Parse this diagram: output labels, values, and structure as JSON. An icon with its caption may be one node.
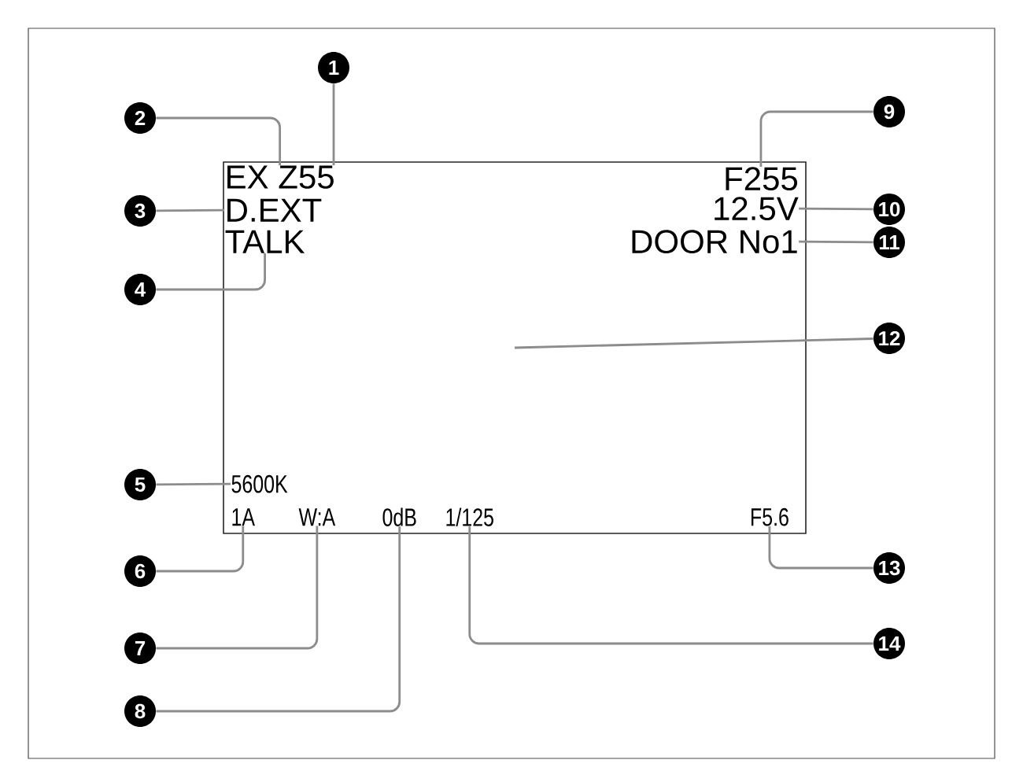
{
  "diagram": {
    "nodes": [
      {
        "text": [],
        "shape": "box"
      },
      {
        "text": [
          "EX Z55"
        ],
        "in": 0
      },
      {
        "text": [
          "D.EXT"
        ],
        "in": 0
      },
      {
        "text": [
          "TALK"
        ],
        "in": 0
      },
      {
        "text": [
          "F255"
        ],
        "in": 0
      },
      {
        "text": [
          "12.5V"
        ],
        "in": 0
      },
      {
        "text": [
          "DOOR No1"
        ],
        "in": 0
      },
      {
        "text": [
          "5600K"
        ],
        "in": 0
      },
      {
        "text": [
          "1A"
        ],
        "in": 0
      },
      {
        "text": [
          "W:A"
        ],
        "in": 0
      },
      {
        "text": [
          "0dB"
        ],
        "in": 0
      },
      {
        "text": [
          "1/125"
        ],
        "in": 0
      },
      {
        "text": [
          "F5.6"
        ],
        "in": 0
      },
      {
        "text": [
          "1"
        ]
      },
      {
        "text": [
          "2"
        ]
      },
      {
        "text": [
          "3"
        ]
      },
      {
        "text": [
          "4"
        ]
      },
      {
        "text": [
          "5"
        ]
      },
      {
        "text": [
          "6"
        ]
      },
      {
        "text": [
          "7"
        ]
      },
      {
        "text": [
          "8"
        ]
      },
      {
        "text": [
          "9"
        ]
      },
      {
        "text": [
          "10"
        ]
      },
      {
        "text": [
          "11"
        ]
      },
      {
        "text": [
          "12"
        ]
      },
      {
        "text": [
          "13"
        ]
      },
      {
        "text": [
          "14"
        ]
      }
    ],
    "edges": [
      {
        "from": 13,
        "to": 1,
        "arrow": "none"
      },
      {
        "from": 14,
        "to": 1,
        "arrow": "none"
      },
      {
        "from": 15,
        "to": 2,
        "arrow": "none"
      },
      {
        "from": 16,
        "to": 3,
        "arrow": "none"
      },
      {
        "from": 17,
        "to": 7,
        "arrow": "none"
      },
      {
        "from": 18,
        "to": 8,
        "arrow": "none"
      },
      {
        "from": 19,
        "to": 9,
        "arrow": "none"
      },
      {
        "from": 20,
        "to": 10,
        "arrow": "none"
      },
      {
        "from": 21,
        "to": 4,
        "arrow": "none"
      },
      {
        "from": 22,
        "to": 5,
        "arrow": "none"
      },
      {
        "from": 23,
        "to": 6,
        "arrow": "none"
      },
      {
        "from": 24,
        "to": 0,
        "arrow": "none"
      },
      {
        "from": 25,
        "to": 12,
        "arrow": "none"
      },
      {
        "from": 26,
        "to": 11,
        "arrow": "none"
      }
    ]
  }
}
